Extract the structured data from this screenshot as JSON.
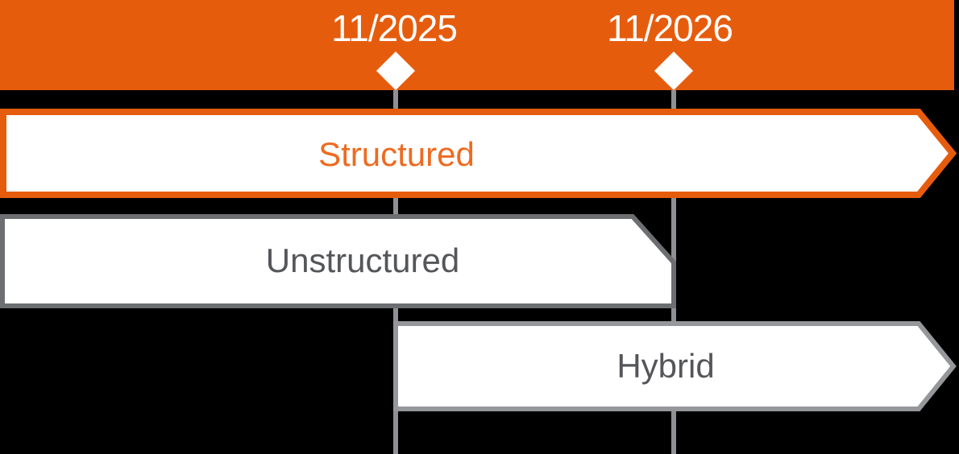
{
  "diagram_type": "roadmap-timeline",
  "header": {
    "milestones": [
      {
        "label": "11/2025"
      },
      {
        "label": "11/2026"
      }
    ]
  },
  "phases": [
    {
      "label": "Structured",
      "bar_style": "white bar with orange outline, arrow tip at right",
      "spans": "from timeline start, past 11/2026, arrow continuing right"
    },
    {
      "label": "Unstructured",
      "bar_style": "white bar with dark gray outline, top-right corner beveled",
      "spans": "from timeline start, ending at 11/2026"
    },
    {
      "label": "Hybrid",
      "bar_style": "white bar with light gray outline, arrow tip at right",
      "spans": "from 11/2025, past 11/2026, arrow continuing right"
    }
  ],
  "colors": {
    "background": "#000000",
    "header_orange": "#E65C0D",
    "structured_border": "#E65C0D",
    "structured_text": "#ED6B21",
    "unstructured_border": "#6D6E71",
    "hybrid_border": "#95979A",
    "milestone_line": "#8E9093",
    "milestone_text": "#FFFFFF",
    "diamond": "#FFFFFF",
    "bar_fill": "#FFFFFF",
    "phase_text_gray": "#55565A"
  }
}
